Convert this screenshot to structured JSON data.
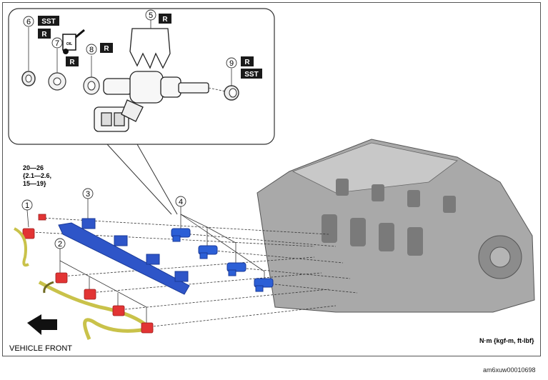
{
  "callouts": {
    "c1": "1",
    "c2": "2",
    "c3": "3",
    "c4": "4",
    "c5": "5",
    "c6": "6",
    "c7": "7",
    "c8": "8",
    "c9": "9"
  },
  "tags": {
    "sst": "SST",
    "r": "R",
    "oil": "OIL"
  },
  "torque": {
    "line1": "20—26",
    "line2": "{2.1—2.6,",
    "line3": "15—19}"
  },
  "vehicle_front": "VEHICLE FRONT",
  "units_note": "N·m {kgf-m, ft-lbf}",
  "image_id": "am6xuw00010698",
  "colors": {
    "injector_blue": "#2c5fd6",
    "rail_blue": "#2e55c8",
    "connector_red": "#e23434",
    "harness_yellow": "#c9c24a",
    "engine_gray": "#9a9a9a",
    "tag_black": "#1a1a1a"
  }
}
